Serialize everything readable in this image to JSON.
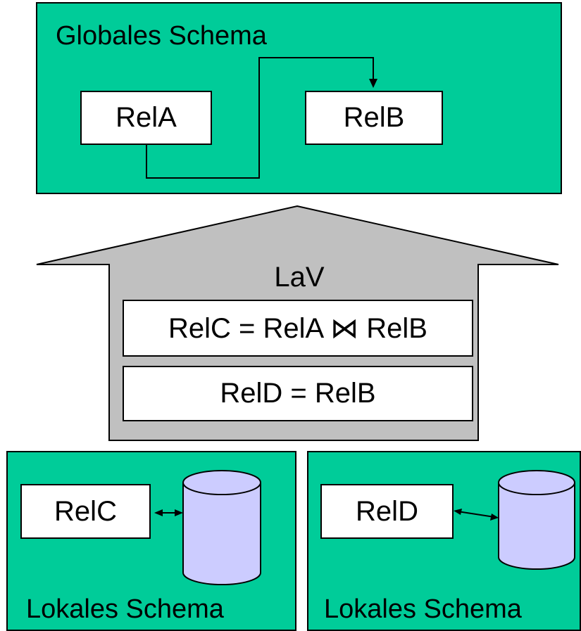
{
  "global_schema": {
    "title": "Globales Schema",
    "relations": [
      "RelA",
      "RelB"
    ]
  },
  "mapping": {
    "label": "LaV",
    "rules": [
      "RelC = RelA ⋈ RelB",
      "RelD = RelB"
    ]
  },
  "local_schemas": [
    {
      "title": "Lokales Schema",
      "relation": "RelC"
    },
    {
      "title": "Lokales Schema",
      "relation": "RelD"
    }
  ],
  "colors": {
    "panel": "#00cc99",
    "arrow_fill": "#c0c0c0",
    "database": "#ccccff"
  }
}
